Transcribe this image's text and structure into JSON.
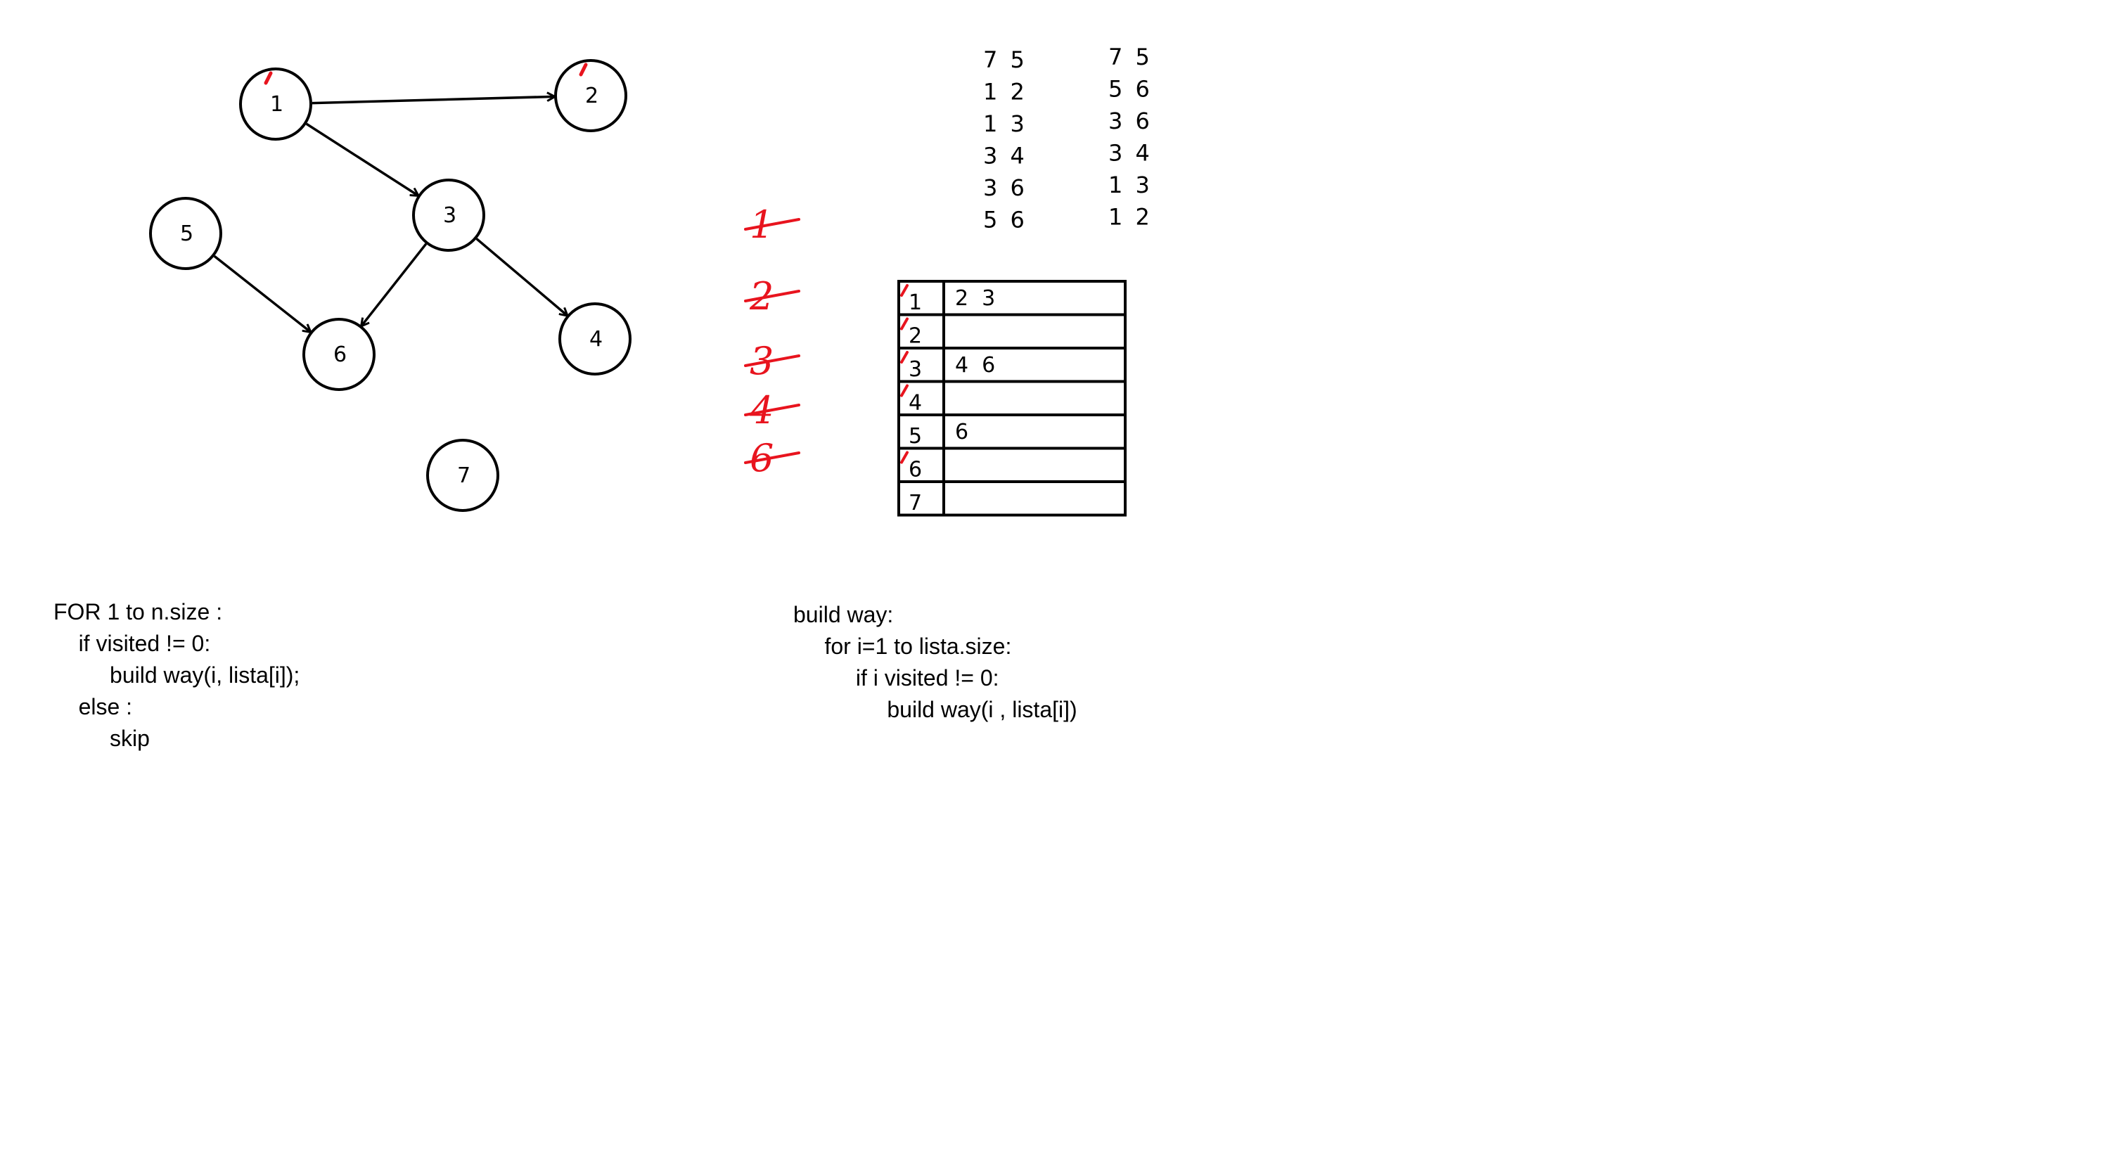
{
  "colors": {
    "ink": "#000000",
    "annotation": "#e8141e",
    "background": "#ffffff"
  },
  "graph": {
    "nodes": [
      {
        "id": "1",
        "label": "1"
      },
      {
        "id": "2",
        "label": "2"
      },
      {
        "id": "3",
        "label": "3"
      },
      {
        "id": "4",
        "label": "4"
      },
      {
        "id": "5",
        "label": "5"
      },
      {
        "id": "6",
        "label": "6"
      },
      {
        "id": "7",
        "label": "7"
      }
    ],
    "edges": [
      {
        "from": "1",
        "to": "2"
      },
      {
        "from": "1",
        "to": "3"
      },
      {
        "from": "3",
        "to": "4"
      },
      {
        "from": "3",
        "to": "6"
      },
      {
        "from": "5",
        "to": "6"
      }
    ],
    "visited_marks": [
      "1",
      "2"
    ]
  },
  "crossed_out_digits": [
    "1",
    "2",
    "3",
    "4",
    "6"
  ],
  "edge_lists": {
    "left": [
      "7 5",
      "1 2",
      "1 3",
      "3 4",
      "3 6",
      "5 6"
    ],
    "right": [
      "7 5",
      "5 6",
      "3 6",
      "3 4",
      "1 3",
      "1 2"
    ]
  },
  "adjacency_table": {
    "rows": [
      {
        "index": "1",
        "neighbors": "2  3",
        "checked": true
      },
      {
        "index": "2",
        "neighbors": "",
        "checked": true
      },
      {
        "index": "3",
        "neighbors": "4  6",
        "checked": true
      },
      {
        "index": "4",
        "neighbors": "",
        "checked": true
      },
      {
        "index": "5",
        "neighbors": "6",
        "checked": false
      },
      {
        "index": "6",
        "neighbors": "",
        "checked": true
      },
      {
        "index": "7",
        "neighbors": "",
        "checked": false
      }
    ]
  },
  "code_left": {
    "lines": [
      "FOR 1 to n.size :",
      "    if visited != 0:",
      "         build way(i, lista[i]);",
      "    else :",
      "         skip"
    ]
  },
  "code_right": {
    "lines": [
      "build way:",
      "     for i=1 to lista.size:",
      "          if i visited != 0:",
      "               build way(i , lista[i])"
    ]
  }
}
